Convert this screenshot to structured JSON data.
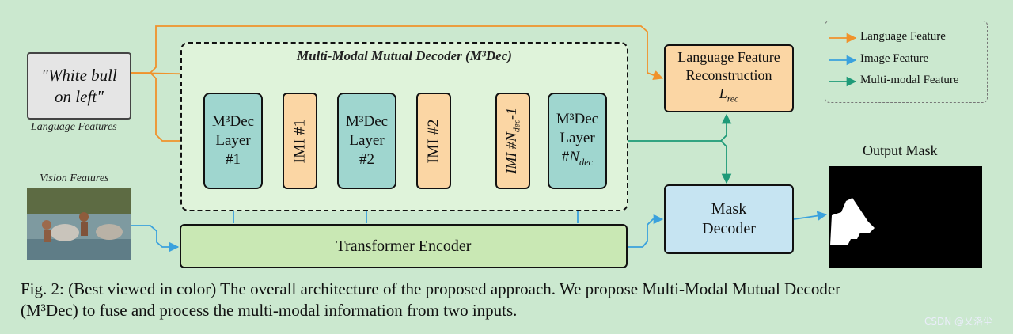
{
  "decoder": {
    "title": "Multi-Modal Mutual Decoder (M³Dec)",
    "layers": [
      {
        "line1": "M³Dec",
        "line2": "Layer",
        "line3": "#1"
      },
      {
        "line1": "M³Dec",
        "line2": "Layer",
        "line3": "#2"
      },
      {
        "line1": "M³Dec",
        "line2": "Layer",
        "line3": "#N_dec"
      }
    ],
    "imi_blocks": [
      "IMI #1",
      "IMI #2",
      "IMI #N_dec-1"
    ],
    "ellipsis": "···"
  },
  "language_input": {
    "quote_line1": "\"White bull",
    "quote_line2": "on left\"",
    "label": "Language Features"
  },
  "vision_input": {
    "label": "Vision Features"
  },
  "encoder": {
    "label": "Transformer Encoder"
  },
  "reconstruction": {
    "line1": "Language Feature",
    "line2": "Reconstruction",
    "line3": "L_rec"
  },
  "mask_decoder": {
    "line1": "Mask",
    "line2": "Decoder"
  },
  "output": {
    "title": "Output Mask"
  },
  "legend": {
    "items": [
      {
        "label": "Language Feature",
        "color": "#f0922b"
      },
      {
        "label": "Image Feature",
        "color": "#3aa1dd"
      },
      {
        "label": "Multi-modal Feature",
        "color": "#1e9a78"
      }
    ]
  },
  "caption": {
    "line1": "Fig. 2: (Best viewed in color) The overall architecture of the proposed approach. We propose Multi-Modal Mutual Decoder",
    "line2": "(M³Dec) to fuse and process the multi-modal information from two inputs."
  },
  "watermark": "CSDN @乂洛尘"
}
